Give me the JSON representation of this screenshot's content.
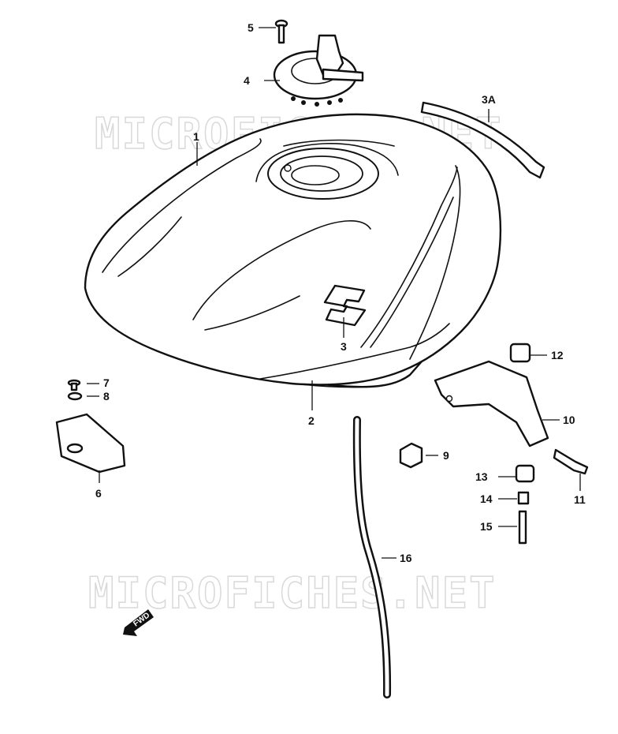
{
  "watermark": {
    "text": "MICROFICHES.NET"
  },
  "direction_marker": {
    "label": "FWD"
  },
  "parts": [
    {
      "id": "1",
      "label": "1"
    },
    {
      "id": "2",
      "label": "2"
    },
    {
      "id": "3",
      "label": "3"
    },
    {
      "id": "3A",
      "label": "3A"
    },
    {
      "id": "4",
      "label": "4"
    },
    {
      "id": "5",
      "label": "5"
    },
    {
      "id": "6",
      "label": "6"
    },
    {
      "id": "7",
      "label": "7"
    },
    {
      "id": "8",
      "label": "8"
    },
    {
      "id": "9",
      "label": "9"
    },
    {
      "id": "10",
      "label": "10"
    },
    {
      "id": "11",
      "label": "11"
    },
    {
      "id": "12",
      "label": "12"
    },
    {
      "id": "13",
      "label": "13"
    },
    {
      "id": "14",
      "label": "14"
    },
    {
      "id": "15",
      "label": "15"
    },
    {
      "id": "16",
      "label": "16"
    }
  ]
}
